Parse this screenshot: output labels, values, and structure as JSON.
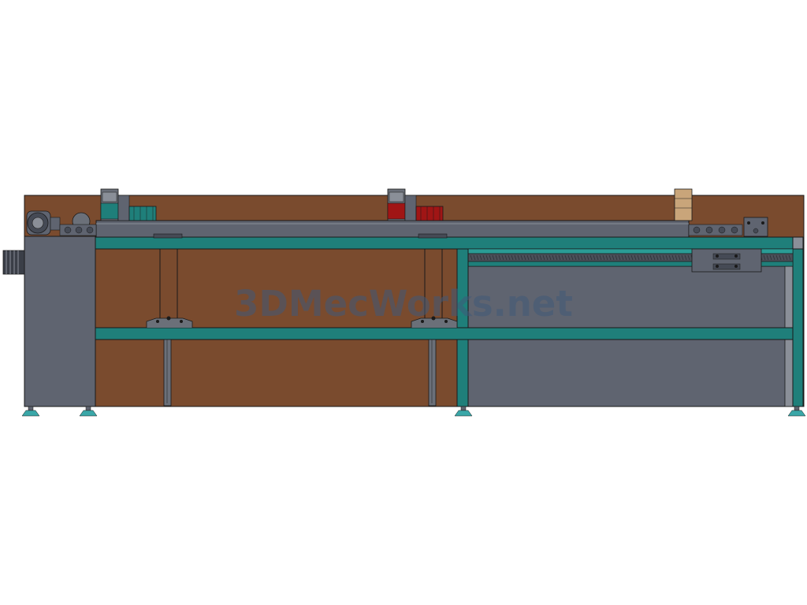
{
  "watermark": {
    "text": "3DMecWorks.net"
  },
  "colors": {
    "background": "#ffffff",
    "back_panel": "#7a4b2e",
    "frame_teal": "#1f7f7a",
    "frame_teal_light": "#2a9c95",
    "gray_panel": "#5f6470",
    "gray_dark": "#454a55",
    "gray_light": "#8a8f98",
    "watermark": "#3f5a78",
    "foot": "#3aa7a8",
    "red_unit": "#a01515",
    "cream_unit": "#c9a57a",
    "outline": "#1a1a1a"
  },
  "components": [
    {
      "name": "back-panel"
    },
    {
      "name": "upper-frame-rail"
    },
    {
      "name": "lower-frame-rail"
    },
    {
      "name": "roller-drum"
    },
    {
      "name": "left-cabinet"
    },
    {
      "name": "right-gray-panel"
    },
    {
      "name": "left-motor-unit"
    },
    {
      "name": "motor-unit-green"
    },
    {
      "name": "motor-unit-red"
    },
    {
      "name": "motor-unit-cream"
    },
    {
      "name": "right-drive-assembly"
    },
    {
      "name": "linear-guide-rail"
    },
    {
      "name": "carriage-block"
    },
    {
      "name": "hanging-clamp-left"
    },
    {
      "name": "hanging-clamp-middle"
    },
    {
      "name": "leveling-foot"
    }
  ]
}
